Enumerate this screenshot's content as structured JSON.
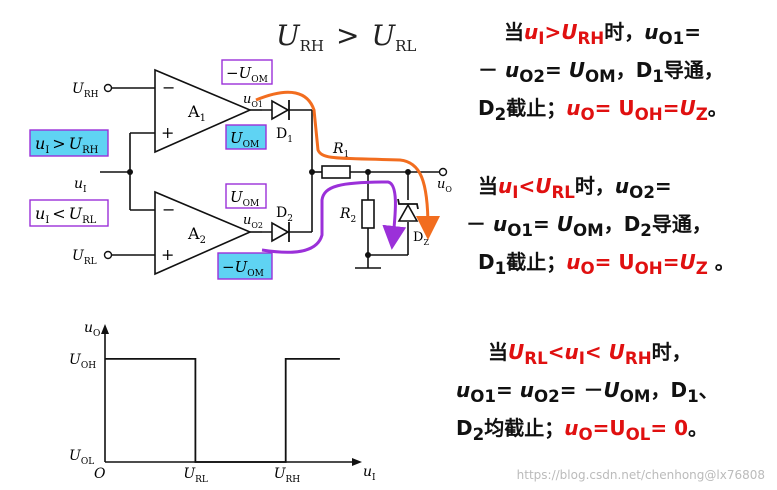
{
  "headline": {
    "lhs": "U",
    "lhs_sub": "RH",
    "op": ">",
    "rhs": "U",
    "rhs_sub": "RL"
  },
  "circuit": {
    "input_high_ref": {
      "v": "U",
      "sub": "RH"
    },
    "input_low_ref": {
      "v": "U",
      "sub": "RL"
    },
    "input": {
      "v": "u",
      "sub": "I"
    },
    "cond_high": {
      "v1": "u",
      "s1": "I",
      "op": ">",
      "v2": "U",
      "s2": "RH"
    },
    "cond_low": {
      "v1": "u",
      "s1": "I",
      "op": "<",
      "v2": "U",
      "s2": "RL"
    },
    "opamp1": {
      "v": "A",
      "sub": "1"
    },
    "opamp2": {
      "v": "A",
      "sub": "2"
    },
    "out1": {
      "v": "u",
      "sub": "O1"
    },
    "out2": {
      "v": "u",
      "sub": "O2"
    },
    "out1_neg_label": {
      "pre": "−",
      "v": "U",
      "sub": "OM"
    },
    "out1_pos_label": {
      "v": "U",
      "sub": "OM"
    },
    "out2_pos_label": {
      "v": "U",
      "sub": "OM"
    },
    "out2_neg_label": {
      "pre": "−",
      "v": "U",
      "sub": "OM"
    },
    "diode1": {
      "v": "D",
      "sub": "1"
    },
    "diode2": {
      "v": "D",
      "sub": "2"
    },
    "r1": {
      "v": "R",
      "sub": "1"
    },
    "r2": {
      "v": "R",
      "sub": "2"
    },
    "zener": {
      "v": "D",
      "sub": "Z"
    },
    "output": {
      "v": "u",
      "sub": "O"
    },
    "minus": "−",
    "plus": "+",
    "colors": {
      "highlight": "#5fd3f3",
      "box_border": "#9b30d9",
      "path_high": "#f26d1f",
      "path_low": "#9b30d9"
    }
  },
  "caption1": {
    "line1": {
      "a": "当",
      "b": "u",
      "b_sub": "I",
      "c": ">",
      "d": "U",
      "d_sub": "RH",
      "e": "时，",
      "f": "u",
      "f_sub": "O1",
      "g": "="
    },
    "line2": {
      "a": "－ ",
      "b": "u",
      "b_sub": "O2",
      "c": "= ",
      "d": "U",
      "d_sub": "OM",
      "e": "，",
      "f": "D",
      "f_sub": "1",
      "g": "导通，"
    },
    "line3": {
      "a": "D",
      "a_sub": "2",
      "b": "截止；",
      "c": "u",
      "c_sub": "O",
      "d": "= U",
      "d_sub": "OH",
      "e": "=",
      "f": "U",
      "f_sub": "Z",
      "g": "。"
    }
  },
  "caption2": {
    "line1": {
      "a": "当",
      "b": "u",
      "b_sub": "I",
      "c": "<",
      "d": "U",
      "d_sub": "RL",
      "e": "时，",
      "f": "u",
      "f_sub": "O2",
      "g": "="
    },
    "line2": {
      "a": "－ ",
      "b": "u",
      "b_sub": "O1",
      "c": "= ",
      "d": "U",
      "d_sub": "OM",
      "e": "，",
      "f": "D",
      "f_sub": "2",
      "g": "导通，"
    },
    "line3": {
      "a": "D",
      "a_sub": "1",
      "b": "截止；",
      "c": "u",
      "c_sub": "O",
      "d": "= U",
      "d_sub": "OH",
      "e": "=",
      "f": "U",
      "f_sub": "Z",
      "g": " 。"
    }
  },
  "caption3": {
    "line1": {
      "a": "当",
      "b": "U",
      "b_sub": "RL",
      "c": "<",
      "d": "u",
      "d_sub": "I",
      "e": "< ",
      "f": "U",
      "f_sub": "RH",
      "g": "时，"
    },
    "line2": {
      "a": "u",
      "a_sub": "O1",
      "b": "= ",
      "c": "u",
      "c_sub": "O2",
      "d": "= －",
      "e": "U",
      "e_sub": "OM",
      "f": "，D",
      "f_sub": "1",
      "g": "、"
    },
    "line3": {
      "a": "D",
      "a_sub": "2",
      "b": "均截止；",
      "c": "u",
      "c_sub": "O",
      "d": "=U",
      "d_sub": "OL",
      "e": "= 0",
      "f": "。"
    }
  },
  "chart_data": {
    "type": "line",
    "title": "",
    "xlabel": {
      "v": "u",
      "sub": "I"
    },
    "ylabel": {
      "v": "u",
      "sub": "O"
    },
    "origin": "O",
    "x_ticks": [
      {
        "v": "U",
        "sub": "RL",
        "at": 1
      },
      {
        "v": "U",
        "sub": "RH",
        "at": 2
      }
    ],
    "y_ticks": [
      {
        "v": "U",
        "sub": "OH",
        "at": 1
      },
      {
        "v": "U",
        "sub": "OL",
        "at": 0
      }
    ],
    "x": [
      0,
      1,
      1,
      2,
      2,
      2.6
    ],
    "y": [
      1,
      1,
      0,
      0,
      1,
      1
    ],
    "xlim": [
      0,
      2.8
    ],
    "ylim": [
      0,
      1.3
    ]
  },
  "watermark": "https://blog.csdn.net/chenhong@lx76808"
}
